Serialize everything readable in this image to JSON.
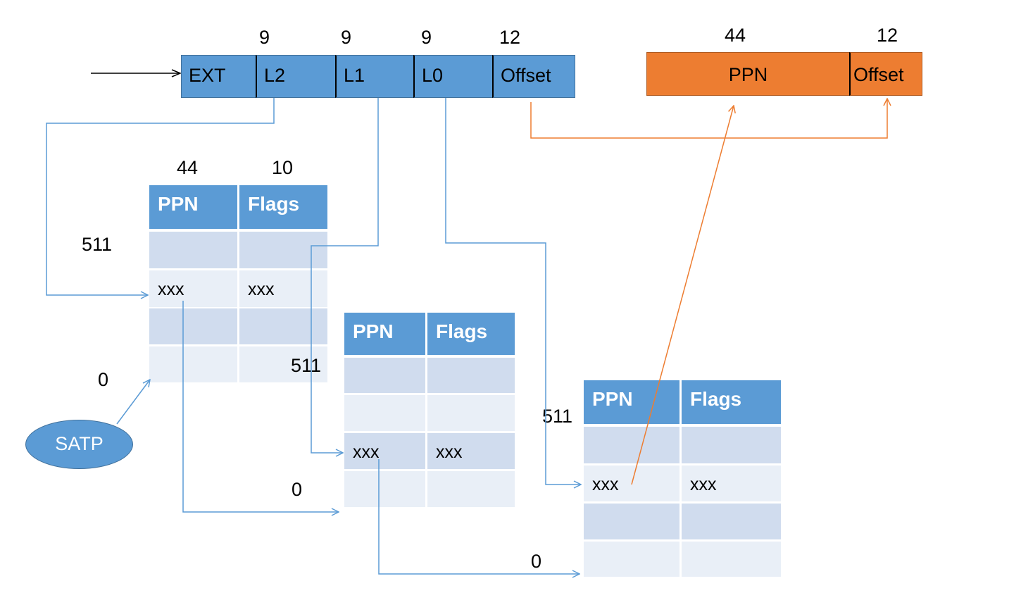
{
  "virtual_address": {
    "fields": [
      {
        "label": "EXT",
        "bits": ""
      },
      {
        "label": "L2",
        "bits": "9"
      },
      {
        "label": "L1",
        "bits": "9"
      },
      {
        "label": "L0",
        "bits": "9"
      },
      {
        "label": "Offset",
        "bits": "12"
      }
    ]
  },
  "physical_address": {
    "fields": [
      {
        "label": "PPN",
        "bits": "44"
      },
      {
        "label": "Offset",
        "bits": "12"
      }
    ]
  },
  "page_table_header": {
    "ppn_bits": "44",
    "flags_bits": "10"
  },
  "page_tables": [
    {
      "ppn_header": "PPN",
      "flags_header": "Flags",
      "top_index": "511",
      "bottom_index": "0",
      "entry_ppn": "xxx",
      "entry_flags": "xxx"
    },
    {
      "ppn_header": "PPN",
      "flags_header": "Flags",
      "top_index": "511",
      "bottom_index": "0",
      "entry_ppn": "xxx",
      "entry_flags": "xxx"
    },
    {
      "ppn_header": "PPN",
      "flags_header": "Flags",
      "top_index": "511",
      "bottom_index": "0",
      "entry_ppn": "xxx",
      "entry_flags": "xxx"
    }
  ],
  "satp": {
    "label": "SATP"
  },
  "colors": {
    "blue": "#5b9bd5",
    "light_row": "#d0dcee",
    "lighter_row": "#e9eff7",
    "orange": "#ed7d31",
    "wire_blue": "#5b9bd5",
    "wire_orange": "#ed7d31"
  }
}
